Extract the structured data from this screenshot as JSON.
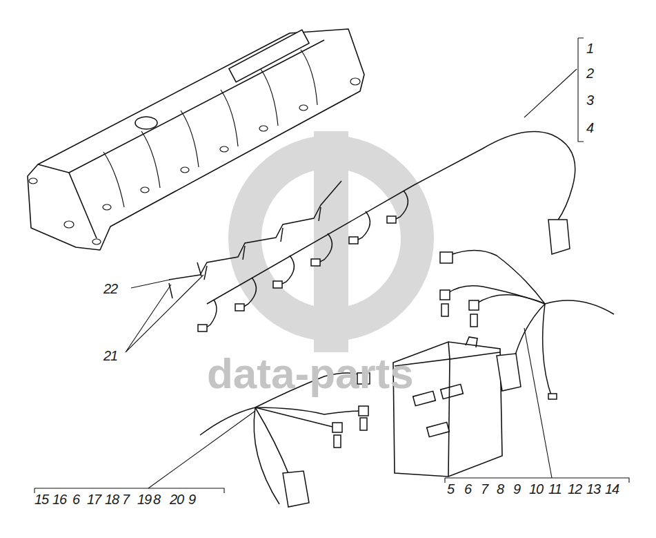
{
  "diagram": {
    "labels": [
      "1",
      "2",
      "3",
      "4",
      "22",
      "21",
      "15",
      "16",
      "6",
      "17",
      "18",
      "7",
      "19",
      "8",
      "20",
      "9",
      "5",
      "6",
      "7",
      "8",
      "9",
      "10",
      "11",
      "12",
      "13",
      "14",
      "data-parts"
    ]
  }
}
